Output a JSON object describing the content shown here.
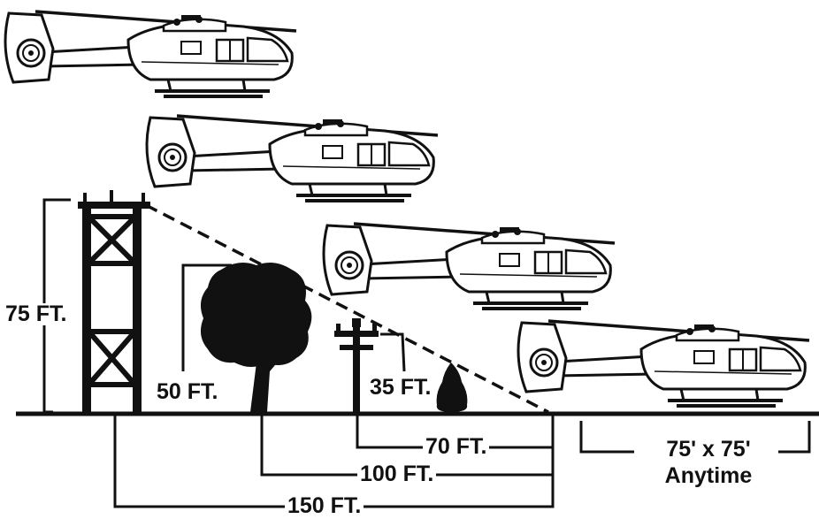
{
  "labels": {
    "tower_height": "75 FT.",
    "tree_height": "50 FT.",
    "pole_height": "35 FT.",
    "pole_distance": "70 FT.",
    "tree_distance": "100 FT.",
    "tower_distance": "150 FT.",
    "landing_zone_size": "75' x 75'",
    "landing_zone_note": "Anytime"
  },
  "icons": [
    "helicopter-icon",
    "tower-icon",
    "tree-icon",
    "utility-pole-icon",
    "shrub-icon"
  ],
  "colors": {
    "ink": "#111111",
    "background": "#ffffff"
  }
}
